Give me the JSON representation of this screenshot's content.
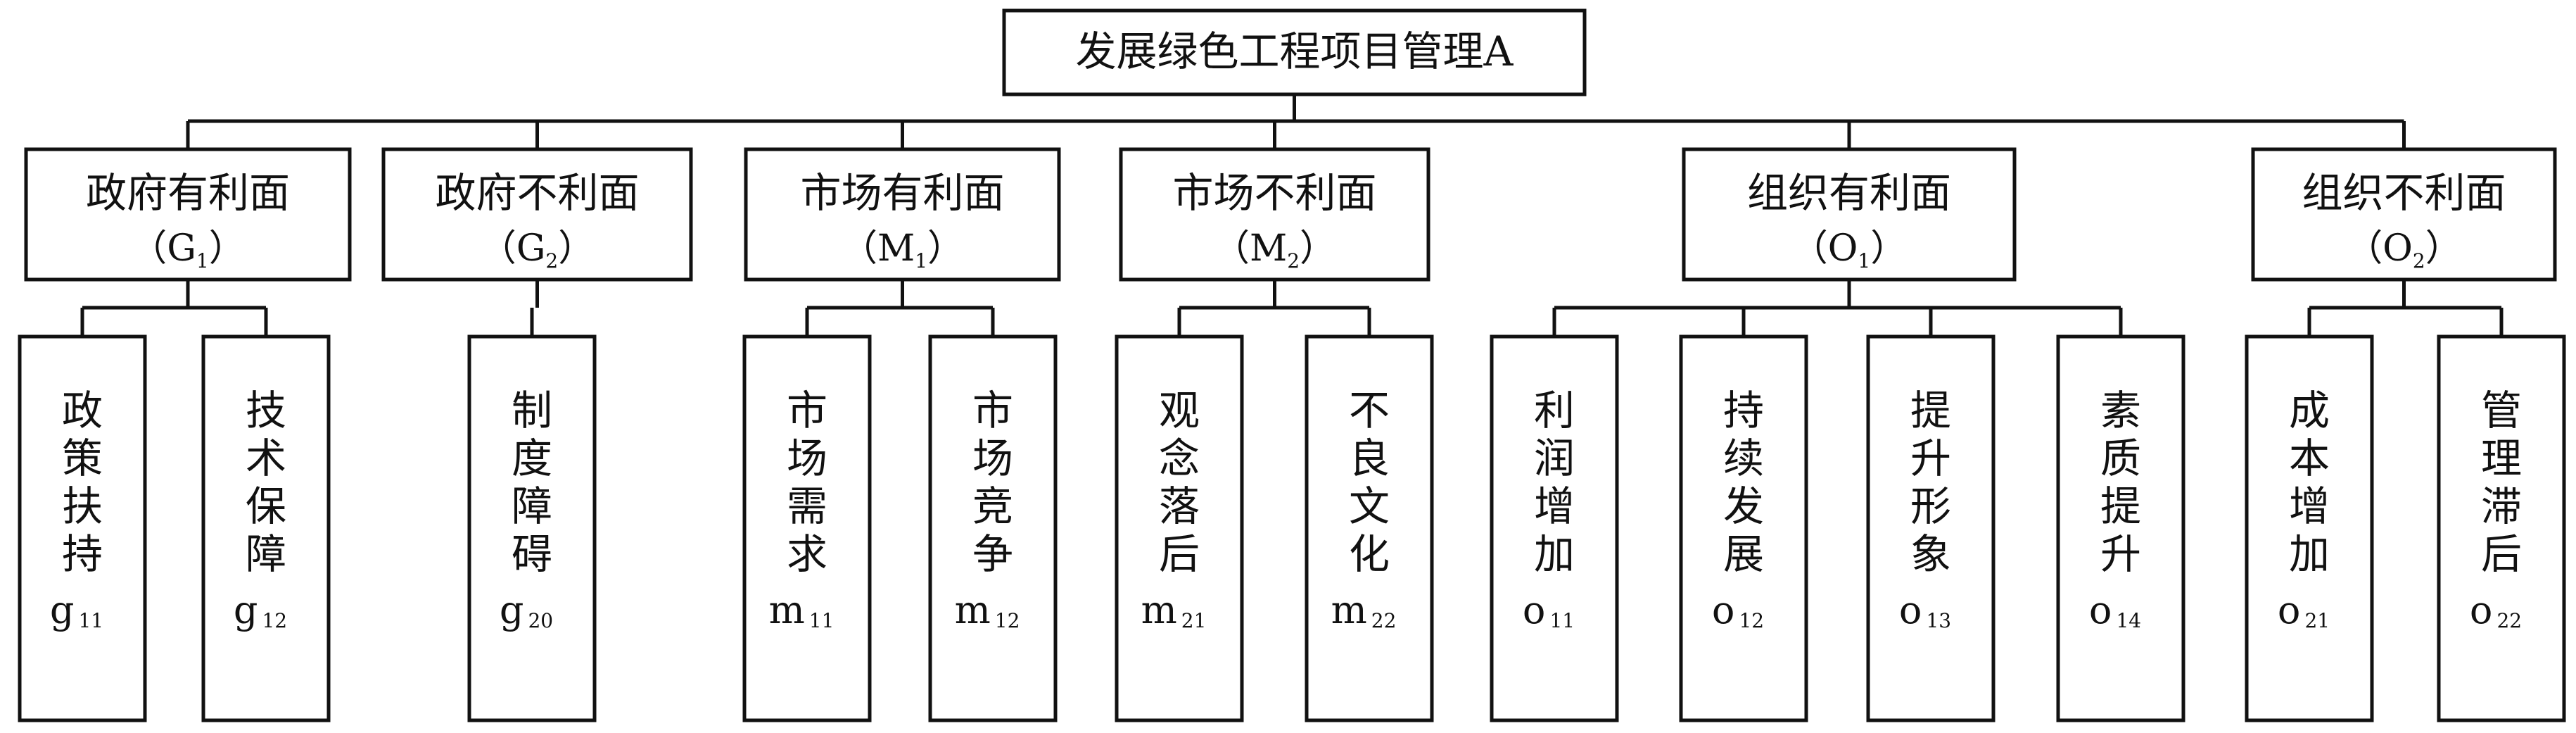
{
  "root": {
    "label": "发展绿色工程项目管理A"
  },
  "categories": [
    {
      "label": "政府有利面",
      "code_letter": "G",
      "code_sub": "1",
      "children": [
        {
          "label": "政策扶持",
          "sym": "g",
          "sub": "11"
        },
        {
          "label": "技术保障",
          "sym": "g",
          "sub": "12"
        }
      ]
    },
    {
      "label": "政府不利面",
      "code_letter": "G",
      "code_sub": "2",
      "children": [
        {
          "label": "制度障碍",
          "sym": "g",
          "sub": "20"
        }
      ]
    },
    {
      "label": "市场有利面",
      "code_letter": "M",
      "code_sub": "1",
      "children": [
        {
          "label": "市场需求",
          "sym": "m",
          "sub": "11"
        },
        {
          "label": "市场竞争",
          "sym": "m",
          "sub": "12"
        }
      ]
    },
    {
      "label": "市场不利面",
      "code_letter": "M",
      "code_sub": "2",
      "children": [
        {
          "label": "观念落后",
          "sym": "m",
          "sub": "21"
        },
        {
          "label": "不良文化",
          "sym": "m",
          "sub": "22"
        }
      ]
    },
    {
      "label": "组织有利面",
      "code_letter": "O",
      "code_sub": "1",
      "children": [
        {
          "label": "利润增加",
          "sym": "o",
          "sub": "11"
        },
        {
          "label": "持续发展",
          "sym": "o",
          "sub": "12"
        },
        {
          "label": "提升形象",
          "sym": "o",
          "sub": "13"
        },
        {
          "label": "素质提升",
          "sym": "o",
          "sub": "14"
        }
      ]
    },
    {
      "label": "组织不利面",
      "code_letter": "O",
      "code_sub": "2",
      "children": [
        {
          "label": "成本增加",
          "sym": "o",
          "sub": "21"
        },
        {
          "label": "管理滞后",
          "sym": "o",
          "sub": "22"
        }
      ]
    }
  ]
}
